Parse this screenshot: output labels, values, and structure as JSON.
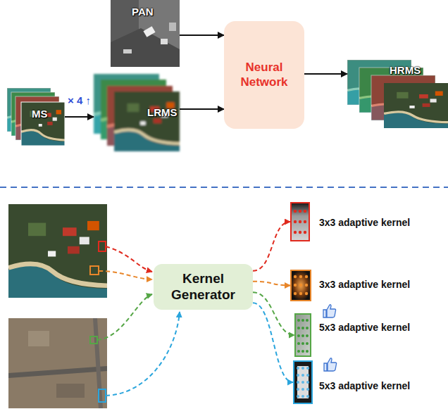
{
  "diagram": {
    "nodes": [
      {
        "text": [
          "PAN"
        ]
      },
      {
        "text": [
          "MS"
        ]
      },
      {
        "text": [
          "LRMS"
        ]
      },
      {
        "text": [
          "Neural Network"
        ]
      },
      {
        "text": [
          "HRMS"
        ]
      },
      {
        "text": [
          "Kernel Generator"
        ]
      },
      {
        "text": [
          "3x3 adaptive kernel"
        ]
      },
      {
        "text": [
          "3x3 adaptive kernel"
        ]
      },
      {
        "text": [
          "5x3 adaptive kernel"
        ]
      },
      {
        "text": [
          "5x3 adaptive kernel"
        ]
      }
    ],
    "edges": [
      {
        "from": 1,
        "to": 2,
        "arrow": "to",
        "label": "× 4 ↑"
      },
      {
        "from": 0,
        "to": 3,
        "arrow": "to"
      },
      {
        "from": 2,
        "to": 3,
        "arrow": "to"
      },
      {
        "from": 3,
        "to": 4,
        "arrow": "to"
      },
      {
        "from": 5,
        "to": 6,
        "arrow": "to"
      },
      {
        "from": 5,
        "to": 7,
        "arrow": "to"
      },
      {
        "from": 5,
        "to": 8,
        "arrow": "to"
      },
      {
        "from": 5,
        "to": 9,
        "arrow": "to"
      }
    ]
  }
}
